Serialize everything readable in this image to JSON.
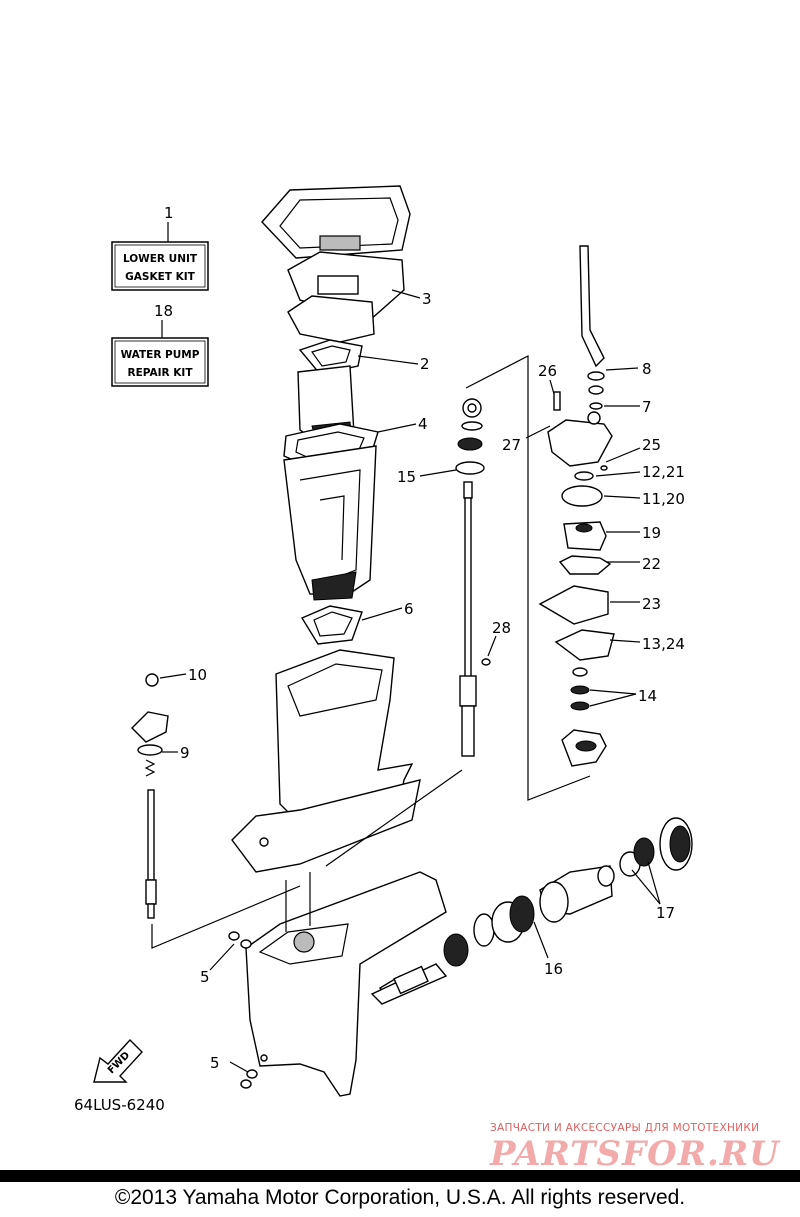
{
  "kit_boxes": [
    {
      "number": "1",
      "line1": "LOWER UNIT",
      "line2": "GASKET KIT"
    },
    {
      "number": "18",
      "line1": "WATER PUMP",
      "line2": "REPAIR KIT"
    }
  ],
  "callouts": [
    "3",
    "2",
    "4",
    "15",
    "6",
    "10",
    "9",
    "5",
    "26",
    "27",
    "8",
    "7",
    "25",
    "12,21",
    "11,20",
    "19",
    "22",
    "23",
    "13,24",
    "14",
    "28",
    "17",
    "16",
    "5"
  ],
  "direction_arrow": "FWD",
  "diagram_code": "64LUS-6240",
  "watermark": {
    "top": "ЗАПЧАСТИ И АКСЕССУАРЫ ДЛЯ МОТОТЕХНИКИ",
    "logo": "PARTSFOR.RU"
  },
  "copyright": "©2013 Yamaha Motor Corporation, U.S.A. All rights reserved."
}
